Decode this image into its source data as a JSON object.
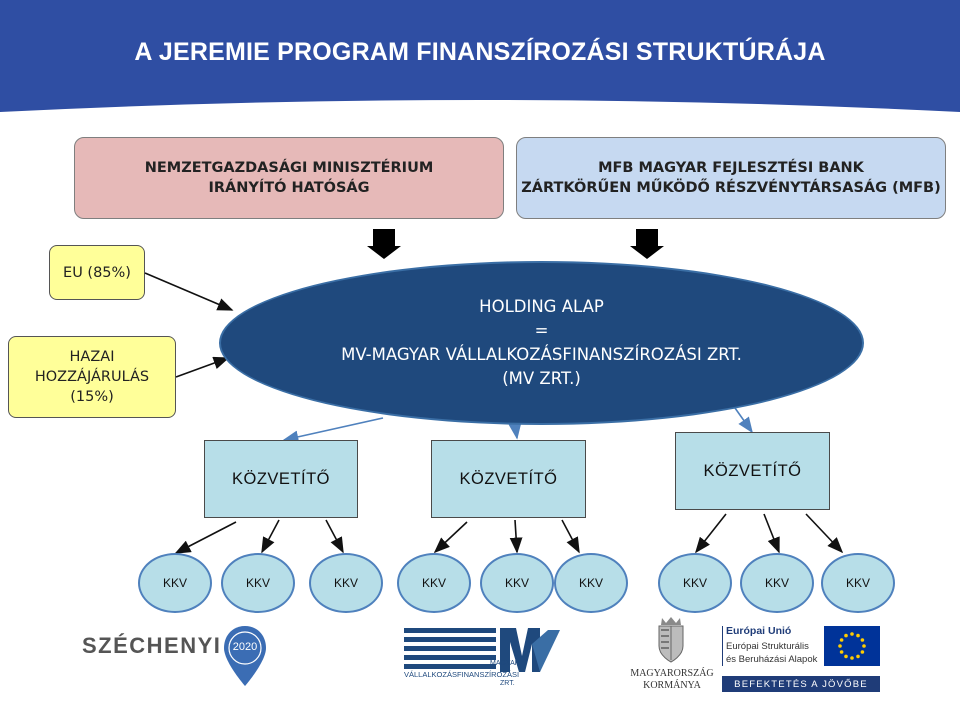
{
  "title": "A JEREMIE PROGRAM FINANSZÍROZÁSI STRUKTÚRÁJA",
  "ministry": {
    "line1": "NEMZETGAZDASÁGI MINISZTÉRIUM",
    "line2": "IRÁNYÍTÓ HATÓSÁG"
  },
  "mfb": {
    "line1": "MFB MAGYAR FEJLESZTÉSI BANK",
    "line2": "ZÁRTKÖRŰEN MŰKÖDŐ RÉSZVÉNYTÁRSASÁG (MFB)"
  },
  "eu_share": "EU (85%)",
  "domestic": {
    "line1": "HAZAI",
    "line2": "HOZZÁJÁRULÁS",
    "line3": "(15%)"
  },
  "holding": {
    "line1": "HOLDING ALAP",
    "line2": "=",
    "line3": "MV-MAGYAR VÁLLALKOZÁSFINANSZÍROZÁSI ZRT.",
    "line4": "(MV ZRT.)"
  },
  "intermediaries": [
    "KÖZVETÍTŐ",
    "KÖZVETÍTŐ",
    "KÖZVETÍTŐ"
  ],
  "smes": [
    "KKV",
    "KKV",
    "KKV",
    "KKV",
    "KKV",
    "KKV",
    "KKV",
    "KKV",
    "KKV"
  ],
  "logos": {
    "szechenyi": "SZÉCHENYI",
    "szechenyi_year": "2020",
    "mv_line1": "MAGYAR",
    "mv_line2": "VÁLLALKOZÁSFINANSZÍROZÁSI",
    "mv_line3": "ZRT.",
    "gov_line1": "MAGYARORSZÁG",
    "gov_line2": "KORMÁNYA",
    "eu_title": "Európai Unió",
    "eu_line1": "Európai Strukturális",
    "eu_line2": "és Beruházási Alapok",
    "eu_slogan": "BEFEKTETÉS A JÖVŐBE"
  },
  "colors": {
    "banner": "#2f4ea3",
    "ministry": "#e6b9b8",
    "mfb": "#c6d9f1",
    "holding": "#1f497d",
    "intermediary": "#b7dee8",
    "eu_blue": "#003399",
    "eu_yellow": "#ffcc00"
  }
}
